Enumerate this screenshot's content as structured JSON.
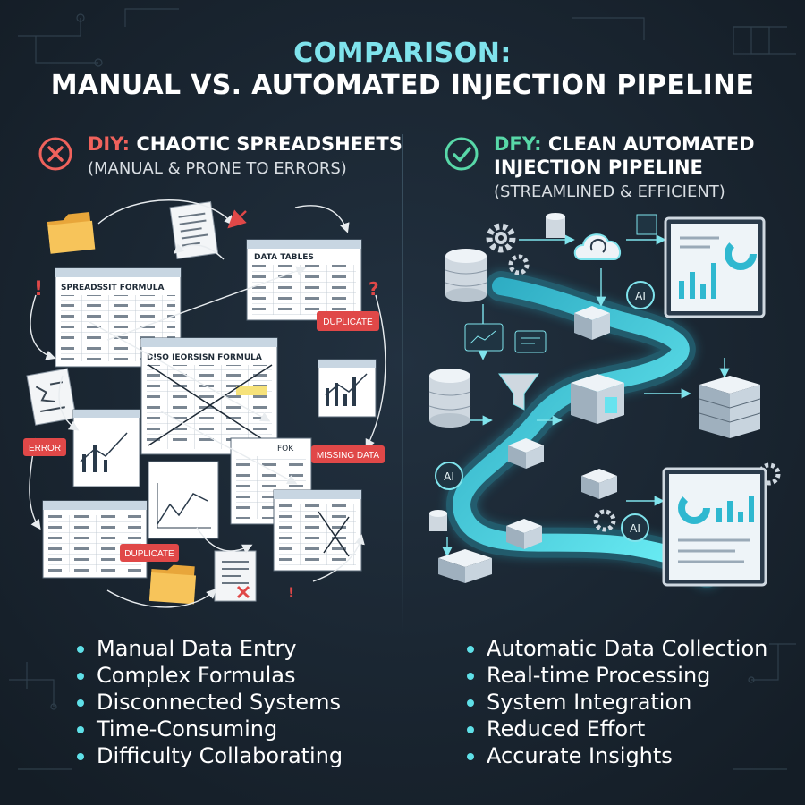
{
  "title": {
    "line1": "COMPARISON:",
    "line2": "MANUAL VS. AUTOMATED INJECTION PIPELINE"
  },
  "left": {
    "prefix": "DIY:",
    "heading": " CHAOTIC SPREADSHEETS",
    "subheading": "(MANUAL & PRONE TO ERRORS)",
    "icon": "x-circle-icon",
    "sheet_titles": [
      "SPREADSSIT FORMULA",
      "DATA TABLES",
      "DISO IEORSISN FORMULA",
      "FOK"
    ],
    "tags": [
      "DUPLICATE",
      "ERROR",
      "MISSING DATA",
      "DUPLICATE"
    ],
    "bullets": [
      "Manual Data Entry",
      "Complex Formulas",
      "Disconnected Systems",
      "Time-Consuming",
      "Difficulty Collaborating"
    ]
  },
  "right": {
    "prefix": "DFY:",
    "heading": " CLEAN AUTOMATED INJECTION PIPELINE",
    "subheading": "(STREAMLINED & EFFICIENT)",
    "icon": "check-circle-icon",
    "node_labels": [
      "AI",
      "AI",
      "AI"
    ],
    "bullets": [
      "Automatic Data Collection",
      "Real-time Processing",
      "System Integration",
      "Reduced Effort",
      "Accurate Insights"
    ]
  },
  "colors": {
    "background": "#1a2530",
    "title_accent": "#7fe3ec",
    "error_red": "#f0625c",
    "success_green": "#58d8a8",
    "pipeline_cyan": "#4fe6f2",
    "tag_red": "#e04848"
  }
}
